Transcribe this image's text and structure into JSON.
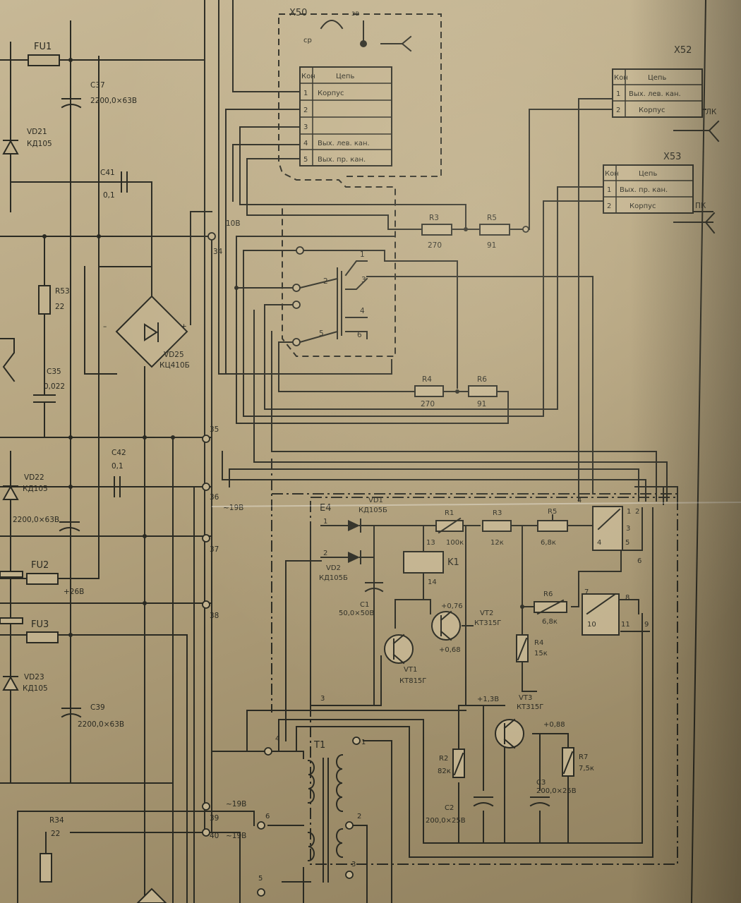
{
  "components": {
    "fu1": "FU1",
    "fu2": "FU2",
    "fu3": "FU3",
    "c37": "C37",
    "c37_val": "2200,0×63В",
    "vd21": "VD21",
    "vd21_val": "КД105",
    "vd22": "VD22",
    "vd22_val": "КД105",
    "vd23": "VD23",
    "vd23_val": "КД105",
    "c41": "C41",
    "c41_val": "0,1",
    "c42": "C42",
    "c42_val": "0,1",
    "r53": "R53",
    "r53_val": "22",
    "c35": "C35",
    "c35_val": "0,022",
    "c38_val": "2200,0×63В",
    "c39": "C39",
    "c39_val": "2200,0×63В",
    "vd25": "VD25",
    "vd25_val": "КЦ410Б",
    "r34": "R34",
    "r34_val": "22",
    "r3": "R3",
    "r3_val": "270",
    "r5": "R5",
    "r5_val": "91",
    "r4": "R4",
    "r4_val": "270",
    "r6": "R6",
    "r6_val": "91",
    "e4": "E4",
    "vd1": "VD1",
    "vd1_val": "КД105Б",
    "vd2": "VD2",
    "vd2_val": "КД105Б",
    "c1": "C1",
    "c1_val": "50,0×50В",
    "r1p": "R1",
    "r1p_val": "100к",
    "r3p": "R3",
    "r3p_val": "12к",
    "r5p": "R5",
    "r5p_val": "6,8к",
    "r6p": "R6",
    "r6p_val": "6,8к",
    "r4p": "R4",
    "r4p_val": "15к",
    "k1": "K1",
    "vt1": "VT1",
    "vt1_val": "КТ815Г",
    "vt2": "VT2",
    "vt2_val": "КТ315Г",
    "vt3": "VT3",
    "vt3_val": "КТ315Г",
    "r2p": "R2",
    "r2p_val": "82к",
    "c2": "C2",
    "c2_val": "200,0×25В",
    "c3": "C3",
    "c3_val": "200,0×25В",
    "r7": "R7",
    "r7_val": "7,5к",
    "t1": "T1"
  },
  "voltages": {
    "v076": "+0,76",
    "v068": "+0,68",
    "v13": "+1,3В",
    "v088": "+0,88",
    "v26": "+26В",
    "ac19a": "~19В",
    "ac19b": "~19В",
    "ac19c": "~19В"
  },
  "nodes": {
    "n34": "34",
    "n35": "35",
    "n36": "36",
    "n37": "37",
    "n38": "38",
    "n39": "39",
    "n40": "40",
    "n10b": "10В",
    "k1_13": "13",
    "k1_14": "14",
    "p1": "1",
    "p2": "2",
    "p3": "3",
    "p4": "4",
    "p5": "5",
    "p6": "6",
    "p7": "7",
    "p8": "8",
    "p9": "9",
    "p10": "10",
    "p11": "11",
    "t1_1": "1",
    "t1_2": "2",
    "t1_3": "3",
    "t1_5": "5",
    "t1_6": "6",
    "e4_1": "1",
    "e4_2": "2",
    "e4_3": "3",
    "e4_4": "4"
  },
  "switch_pins": {
    "a": "2",
    "b": "3",
    "c": "4",
    "d": "5",
    "e": "6",
    "f": "1"
  },
  "connectors": {
    "x50": {
      "ref": "X50",
      "label_ch": "ср",
      "label_zv": "зв",
      "header_num": "Кон",
      "header_circ": "Цепь",
      "rows": [
        {
          "pin": "1",
          "name": "Корпус"
        },
        {
          "pin": "2",
          "name": ""
        },
        {
          "pin": "3",
          "name": ""
        },
        {
          "pin": "4",
          "name": "Вых. лев. кан."
        },
        {
          "pin": "5",
          "name": "Вых. пр. кан."
        }
      ]
    },
    "x52": {
      "ref": "X52",
      "side": "ЛК",
      "header_num": "Кон",
      "header_circ": "Цепь",
      "rows": [
        {
          "pin": "1",
          "name": "Вых. лев. кан."
        },
        {
          "pin": "2",
          "name": "Корпус"
        }
      ]
    },
    "x53": {
      "ref": "X53",
      "side": "ПК",
      "header_num": "Кон",
      "header_circ": "Цепь",
      "rows": [
        {
          "pin": "1",
          "name": "Вых. пр. кан."
        },
        {
          "pin": "2",
          "name": "Корпус"
        }
      ]
    }
  }
}
